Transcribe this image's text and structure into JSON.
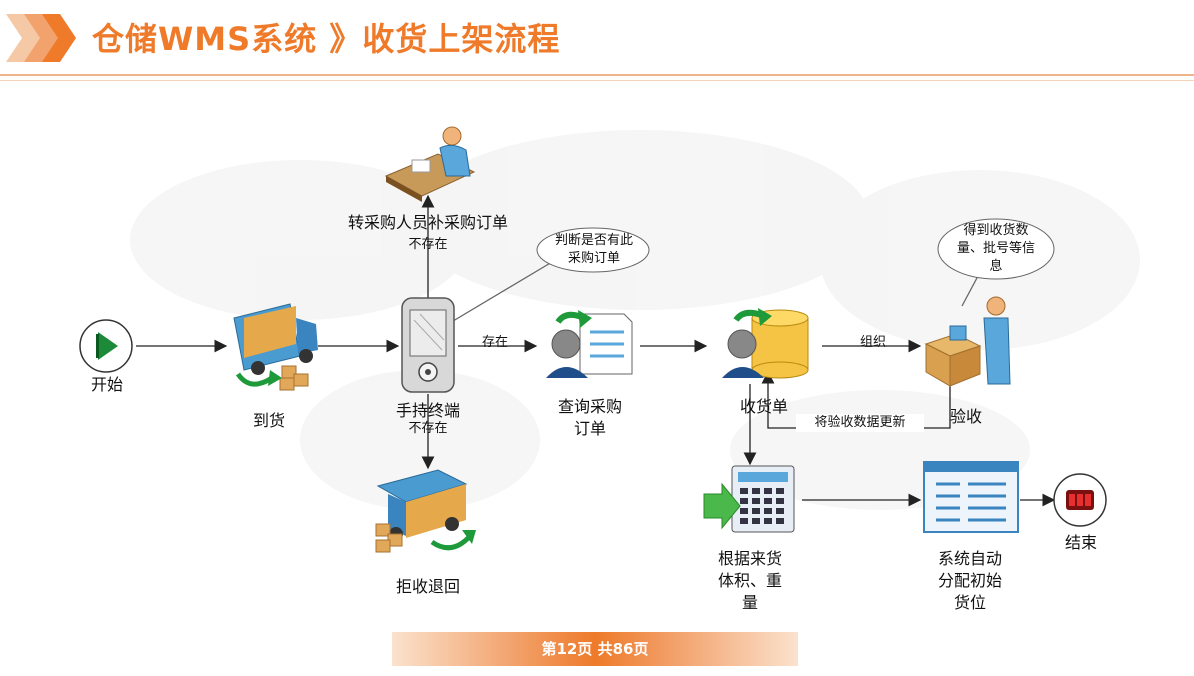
{
  "header": {
    "title": "仓储WMS系统 》收货上架流程"
  },
  "nodes": {
    "start": "开始",
    "arrival": "到货",
    "purchaser": "转采购人员补采购订单",
    "purchaser_cond": "不存在",
    "handheld": "手持终端",
    "handheld_cond": "不存在",
    "reject": "拒收退回",
    "query_po": "查询采购\n订单",
    "receipt": "收货单",
    "inspect": "验收",
    "by_volume": "根据来货\n体积、重\n量",
    "auto_assign": "系统自动\n分配初始\n货位",
    "end": "结束"
  },
  "edges": {
    "exists": "存在",
    "organize": "组织",
    "update": "将验收数据更新"
  },
  "callouts": {
    "check_po": "判断是否有此\n采购订单",
    "get_info": "得到收货数\n量、批号等信\n息"
  },
  "footer": {
    "page": "第12页  共86页"
  },
  "colors": {
    "accent": "#ee7a2a",
    "line": "#222222"
  }
}
